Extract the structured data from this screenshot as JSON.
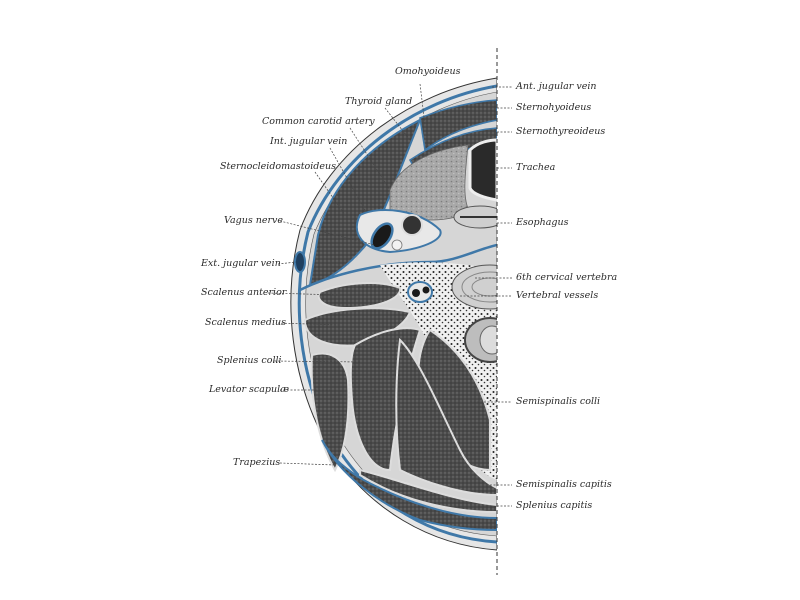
{
  "figure": {
    "description": "Transverse section of the neck at the level of the 6th cervical vertebra (left half shown, midline on the right)",
    "colors": {
      "muscle": "#4a4a4a",
      "fascia_blue": "#3f78a8",
      "connective": "#d8d8d8",
      "gland": "#9a9a9a",
      "background": "#ffffff"
    }
  },
  "labels_left": [
    {
      "id": "omohyoideus",
      "text": "Omohyoideus"
    },
    {
      "id": "thyroid_gland",
      "text": "Thyroid gland"
    },
    {
      "id": "common_carotid_artery",
      "text": "Common carotid artery"
    },
    {
      "id": "int_jugular_vein",
      "text": "Int. jugular vein"
    },
    {
      "id": "sternocleidomastoideus",
      "text": "Sternocleidomastoideus"
    },
    {
      "id": "vagus_nerve",
      "text": "Vagus nerve"
    },
    {
      "id": "ext_jugular_vein",
      "text": "Ext. jugular vein"
    },
    {
      "id": "scalenus_anterior",
      "text": "Scalenus anterior"
    },
    {
      "id": "scalenus_medius",
      "text": "Scalenus medius"
    },
    {
      "id": "splenius_colli",
      "text": "Splenius colli"
    },
    {
      "id": "levator_scapulae",
      "text": "Levator scapulæ"
    },
    {
      "id": "trapezius",
      "text": "Trapezius"
    }
  ],
  "labels_right": [
    {
      "id": "ant_jugular_vein",
      "text": "Ant. jugular vein"
    },
    {
      "id": "sternohyoideus",
      "text": "Sternohyoideus"
    },
    {
      "id": "sternothyreoideus",
      "text": "Sternothyreoideus"
    },
    {
      "id": "trachea",
      "text": "Trachea"
    },
    {
      "id": "esophagus",
      "text": "Esophagus"
    },
    {
      "id": "cervical_vertebra",
      "text": "6th cervical vertebra"
    },
    {
      "id": "vertebral_vessels",
      "text": "Vertebral vessels"
    },
    {
      "id": "semispinalis_colli",
      "text": "Semispinalis colli"
    },
    {
      "id": "semispinalis_capitis",
      "text": "Semispinalis capitis"
    },
    {
      "id": "splenius_capitis",
      "text": "Splenius capitis"
    }
  ]
}
